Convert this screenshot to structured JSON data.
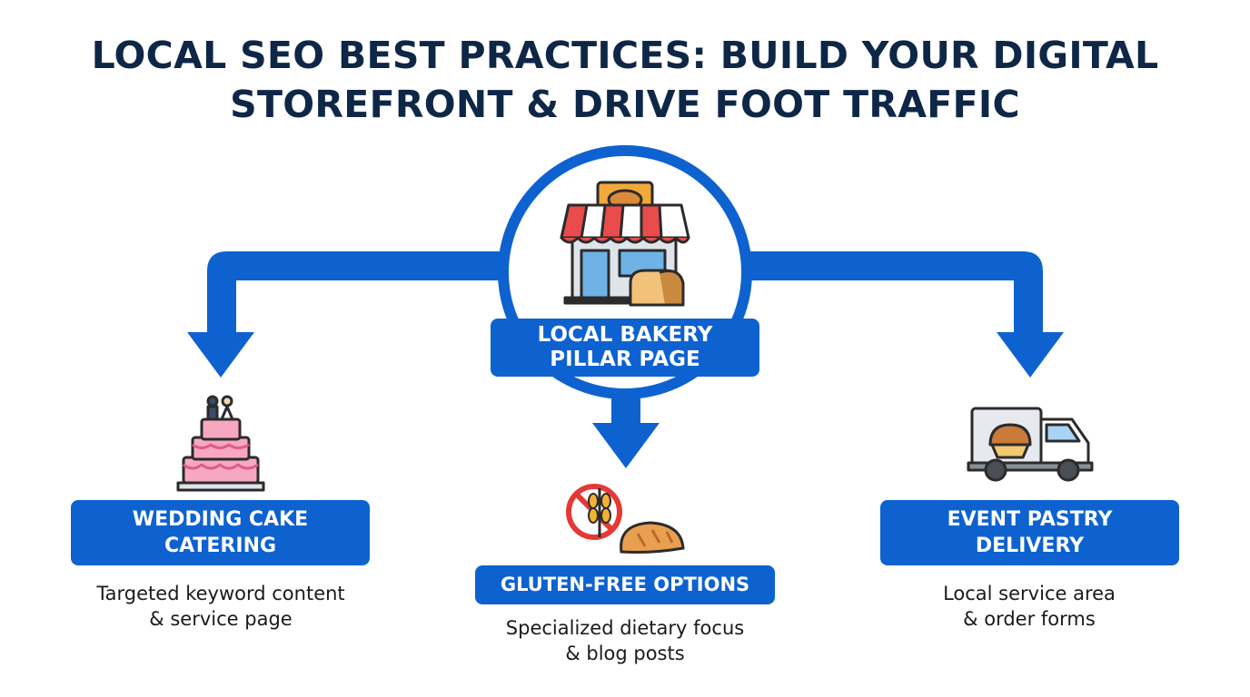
{
  "title": {
    "line1": "LOCAL SEO BEST PRACTICES: BUILD YOUR DIGITAL",
    "line2": "STOREFRONT & DRIVE FOOT TRAFFIC"
  },
  "center_node": {
    "label_line1": "LOCAL BAKERY",
    "label_line2": "PILLAR PAGE",
    "icon": "bakery-storefront-icon"
  },
  "branches": [
    {
      "label_line1": "WEDDING CAKE",
      "label_line2": "CATERING",
      "desc_line1": "Targeted keyword content",
      "desc_line2": "& service page",
      "icon": "wedding-cake-icon"
    },
    {
      "label_line1": "GLUTEN-FREE OPTIONS",
      "desc_line1": "Specialized dietary focus",
      "desc_line2": "& blog posts",
      "icon": "no-gluten-icon"
    },
    {
      "label_line1": "EVENT PASTRY",
      "label_line2": "DELIVERY",
      "desc_line1": "Local service area",
      "desc_line2": "& order forms",
      "icon": "delivery-truck-icon"
    }
  ],
  "colors": {
    "accent": "#0d62d0",
    "title": "#0f2747",
    "text": "#1a1a1a"
  }
}
